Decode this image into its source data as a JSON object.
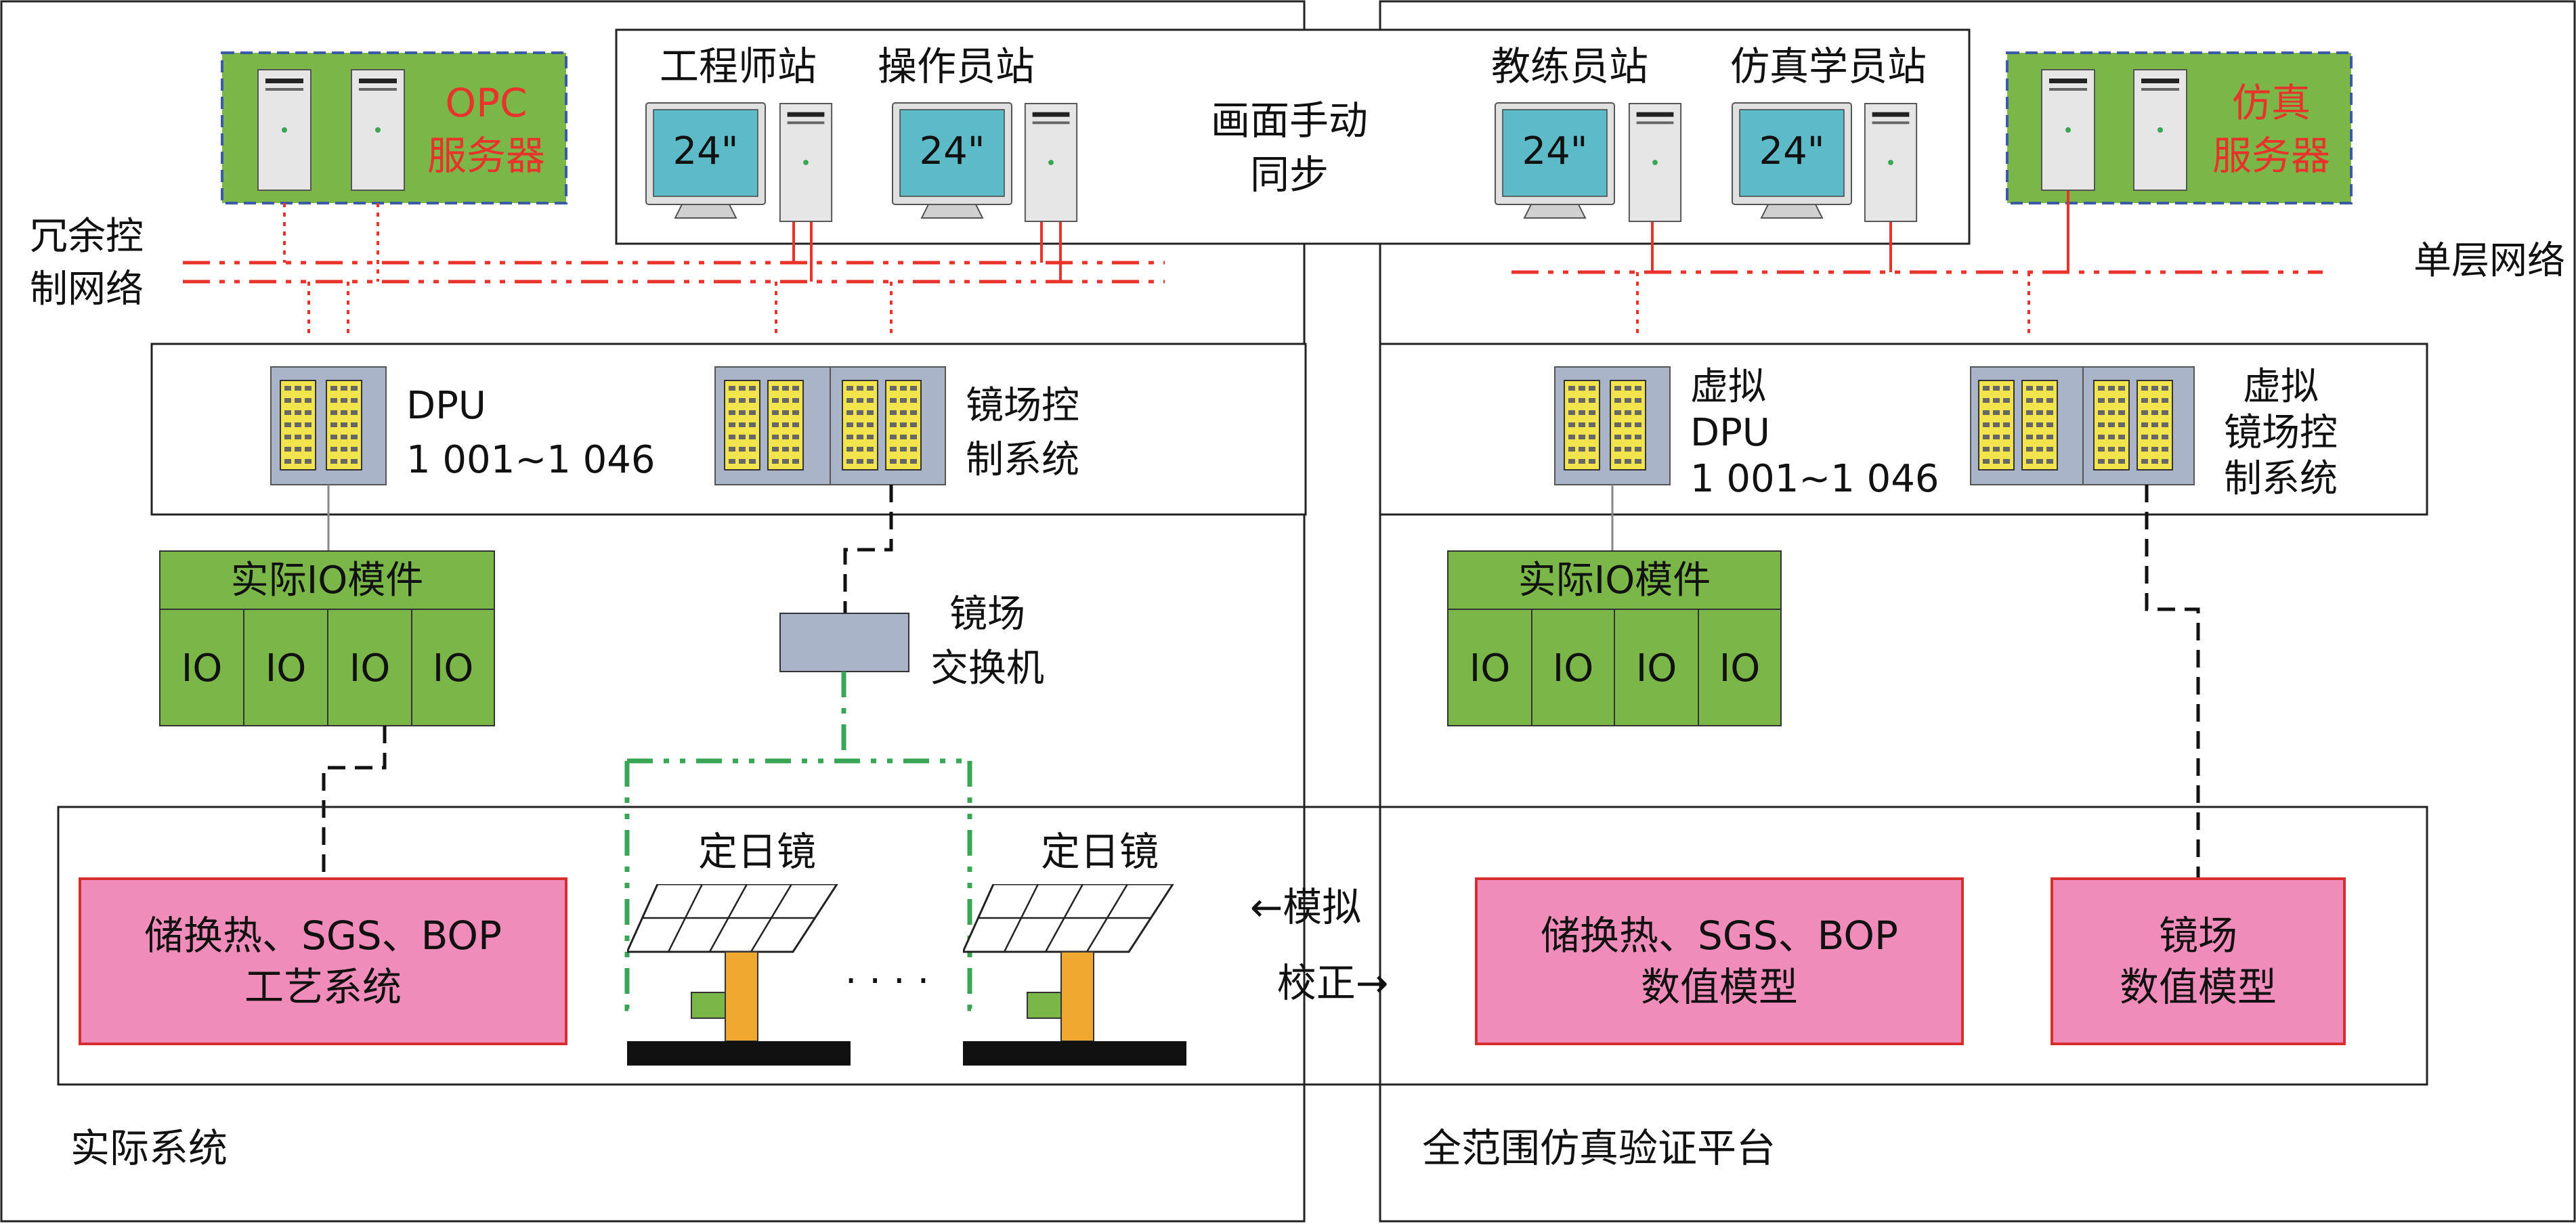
{
  "workstations": {
    "engineer_label": "工程师站",
    "operator_label": "操作员站",
    "trainer_label": "教练员站",
    "student_label": "仿真学员站",
    "monitor_size": "24\"",
    "sync_line1": "画面手动",
    "sync_line2": "同步"
  },
  "servers": {
    "opc_line1": "OPC",
    "opc_line2": "服务器",
    "sim_line1": "仿真",
    "sim_line2": "服务器"
  },
  "networks": {
    "redundant_line1": "冗余控",
    "redundant_line2": "制网络",
    "single_layer": "单层网络"
  },
  "controllers": {
    "dpu_line1": "DPU",
    "dpu_line2": "1 001~1 046",
    "field_ctrl_line1": "镜场控",
    "field_ctrl_line2": "制系统",
    "virtual_dpu_line1": "虚拟",
    "virtual_dpu_line2": "DPU",
    "virtual_dpu_line3": "1 001~1 046",
    "virtual_field_line1": "虚拟",
    "virtual_field_line2": "镜场控",
    "virtual_field_line3": "制系统"
  },
  "io": {
    "module_title": "实际IO模件",
    "cell": "IO"
  },
  "switch": {
    "line1": "镜场",
    "line2": "交换机"
  },
  "process": {
    "heliostat": "定日镜",
    "dots": "· · · ·",
    "process_line1": "储换热、SGS、BOP",
    "process_line2": "工艺系统",
    "model_line1": "储换热、SGS、BOP",
    "model_line2": "数值模型",
    "field_model_line1": "镜场",
    "field_model_line2": "数值模型",
    "simulate": "←模拟",
    "calibrate": "校正→"
  },
  "panels": {
    "left_caption": "实际系统",
    "right_caption": "全范围仿真验证平台"
  },
  "colors": {
    "network_red": "#e8322a",
    "server_green": "#7ab648",
    "io_green": "#7ab648",
    "process_pink": "#f08cba",
    "monitor_screen": "#5dbbc7",
    "controller_bg": "#a9b4c8",
    "heliostat_post": "#f0a830"
  }
}
